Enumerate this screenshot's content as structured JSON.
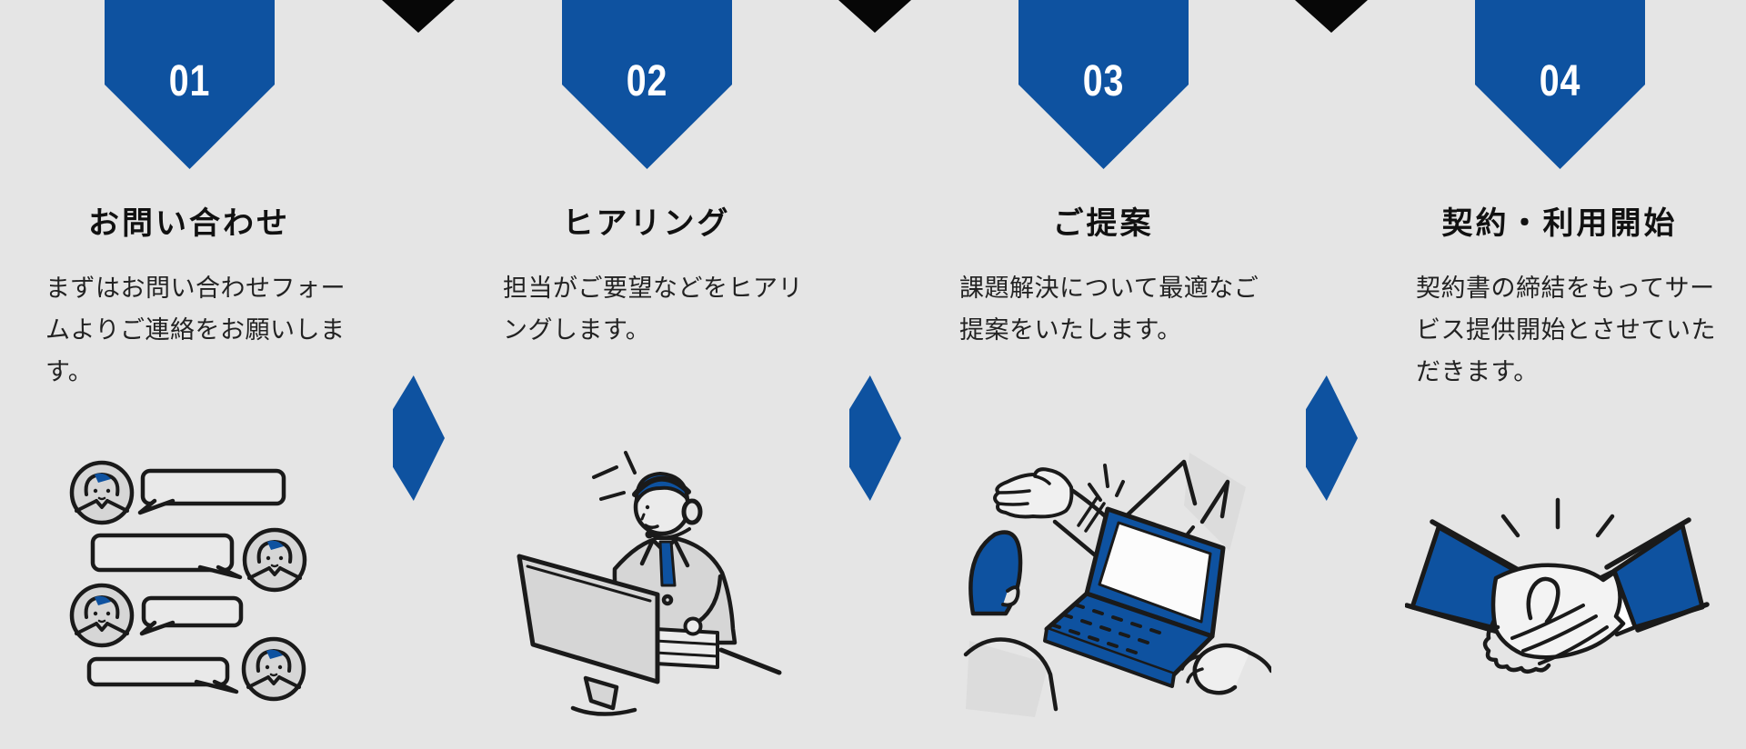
{
  "infographic": {
    "type": "process-flow",
    "background_color": "#e5e5e5",
    "accent_color": "#0e52a0",
    "arrow_color": "#070707",
    "steps": [
      {
        "number": "01",
        "title": "お問い合わせ",
        "description": "まずはお問い合わせフォー\nムよりご連絡をお願いしま\nす。",
        "illustration": "chat-conversation"
      },
      {
        "number": "02",
        "title": "ヒアリング",
        "description": "担当がご要望などをヒアリ\nングします。",
        "illustration": "support-operator-at-monitor"
      },
      {
        "number": "03",
        "title": "ご提案",
        "description": "課題解決について最適なご\n提案をいたします。",
        "illustration": "presenting-laptop"
      },
      {
        "number": "04",
        "title": "契約・利用開始",
        "description": "契約書の締結をもってサー\nビス提供開始とさせていた\nだきます。",
        "illustration": "handshake"
      }
    ]
  }
}
